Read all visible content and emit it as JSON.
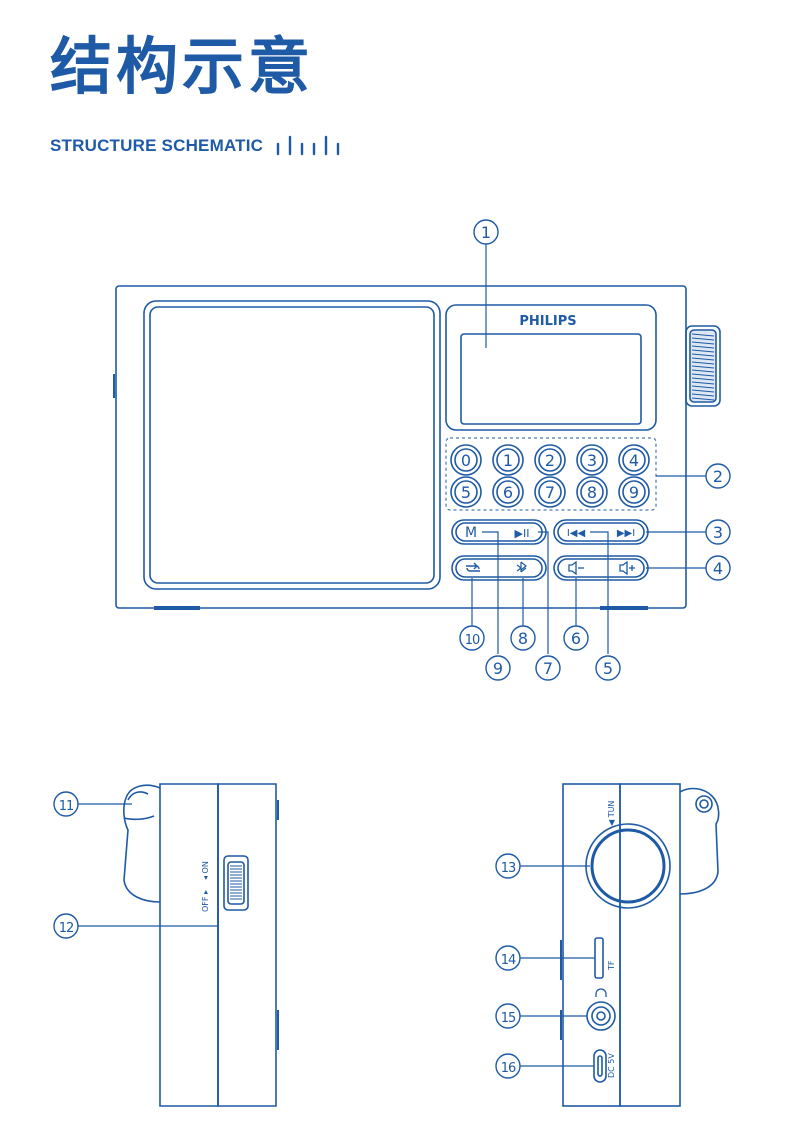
{
  "header": {
    "title": "结构示意",
    "subtitle": "STRUCTURE SCHEMATIC"
  },
  "colors": {
    "line": "#1f5aa6",
    "title": "#1f5aa6"
  },
  "front": {
    "brand": "PHILIPS",
    "number_keys_row1": [
      "0",
      "1",
      "2",
      "3",
      "4"
    ],
    "number_keys_row2": [
      "5",
      "6",
      "7",
      "8",
      "9"
    ],
    "mode_key": "M",
    "play_key": "▶II",
    "prev_key": "I◀◀",
    "next_key": "▶▶I",
    "repeat_icon": "repeat-icon",
    "bluetooth_icon": "bluetooth-icon",
    "vol_down_icon": "volume-down-icon",
    "vol_up_icon": "volume-up-icon"
  },
  "callouts": {
    "c1": "1",
    "c2": "2",
    "c3": "3",
    "c4": "4",
    "c5": "5",
    "c6": "6",
    "c7": "7",
    "c8": "8",
    "c9": "9",
    "c10": "10",
    "c11": "11",
    "c12": "12",
    "c13": "13",
    "c14": "14",
    "c15": "15",
    "c16": "16"
  },
  "side_left": {
    "switch_label_off": "OFF ▸",
    "switch_label_on": "◂ ON"
  },
  "side_right": {
    "tuning_label": "◀ TUN",
    "tf_label": "TF",
    "dc_label": "DC 5V"
  }
}
